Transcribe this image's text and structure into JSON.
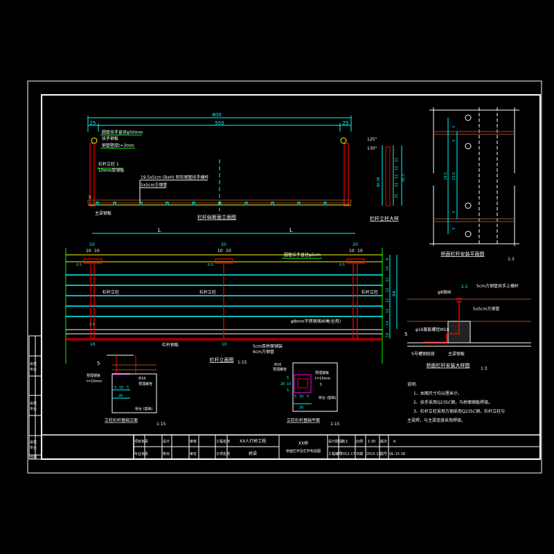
{
  "drawing": {
    "top_elevation": {
      "title": "栏杆纵断面立面图",
      "dim_total": "600",
      "dim_left": "25",
      "dim_mid": "550",
      "dim_right": "25",
      "labels": [
        "圆管扶手直径φ50mm",
        "扶手钢板",
        "钢管壁厚t=3mm",
        "栏杆立柱 1",
        "10mm厚钢板",
        "19.5x5cm (BxH) 矩形钢管扶手横杆",
        "5x5cm方钢管",
        "主梁钢板"
      ],
      "weld": "5"
    },
    "post_detail": {
      "title": "栏杆立柱大样",
      "angles": [
        "125°",
        "130°"
      ],
      "dims": [
        "80.38",
        "12",
        "12",
        "12",
        "12",
        "21",
        "81.5"
      ]
    },
    "plan_detail": {
      "title": "桥面栏杆安装平面图",
      "scale": "1:3",
      "dims": [
        "3",
        "3",
        "13.5",
        "19.5",
        "3",
        "3"
      ]
    },
    "front_elevation": {
      "title": "栏杆立面图",
      "scale": "1:15",
      "span": "L",
      "post_width": "20",
      "post_half": "10",
      "offset": "0.5",
      "base_width": "16",
      "base_mid": "10",
      "gap": "3.4",
      "labels": [
        "圆管扶手直径φ5cm",
        "栏杆立柱",
        "栏杆立柱",
        "栏杆立柱",
        "φ8mm不锈钢钢丝绳(全用)",
        "栏杆钢板",
        "5cm厚桥面铺装",
        "6cm方钢管"
      ],
      "right_dims": [
        "9",
        "14",
        "12",
        "12",
        "12",
        "12",
        "14",
        "10"
      ],
      "right_total": "84"
    },
    "section_detail": {
      "title": "桥面栏杆安装大样图",
      "scale": "1:3",
      "labels": [
        "5cm方钢管扶手上横杆",
        "φ8钢丝",
        "5x5cm方钢管",
        "φ16膨胀螺栓M10",
        "5号槽钢底座",
        "主梁钢板"
      ],
      "dim": "2.5",
      "weld": "5"
    },
    "foundation_elevation": {
      "title": "立柱栏杆基础立面",
      "scale": "1:15",
      "labels": [
        "预埋钢板",
        "t=10mm",
        "Φ18",
        "预埋螺栓",
        "桥台 (基础)"
      ],
      "weld": "5",
      "dims": [
        "5",
        "10",
        "5",
        "20"
      ]
    },
    "foundation_plan": {
      "title": "立柱栏杆基础平面",
      "scale": "1:15",
      "labels": [
        "Φ16",
        "预埋螺栓",
        "预埋钢板",
        "t=10mm",
        "桥台 (基础)"
      ],
      "weld": "5",
      "dims_left": [
        "5",
        "10",
        "5",
        "20"
      ],
      "dims_bottom": [
        "5",
        "10",
        "5",
        "20"
      ]
    },
    "notes": {
      "heading": "说明:",
      "items": [
        "1、本图尺寸均以厘米计。",
        "2、扶手采用Q235C钢，与桥面钢板焊接。",
        "3、栏杆立柱采用方钢采用Q235C钢，栏杆立柱与",
        "主梁焊，与主梁连接采用焊接。"
      ]
    }
  },
  "title_block": {
    "labels": {
      "project_lead": "项目负责",
      "discipline_lead": "专业负责",
      "design": "设计",
      "check": "校对",
      "review": "审核",
      "approve": "审定",
      "project_name_label": "工程名称",
      "subproject_label": "子项名称",
      "stage_label": "设计阶段",
      "scale_label": "比例",
      "revision_label": "版次",
      "project_no_label": "工程编号",
      "date_label": "日期",
      "drawing_no_label": "图号"
    },
    "project_name": "XX人行桥工程",
    "subproject": "桥梁",
    "drawing_title_1": "XX桥",
    "drawing_title_2": "桥面栏杆及栏杆构造图",
    "stage": "施工",
    "scale": "1:30",
    "revision": "A",
    "project_no": "-2012-17",
    "date": "2015.12",
    "drawing_no": "QL-15-18"
  },
  "binding_strip": [
    "会签",
    "专业",
    "会签",
    "专业",
    "会签",
    "专业",
    "日期"
  ]
}
